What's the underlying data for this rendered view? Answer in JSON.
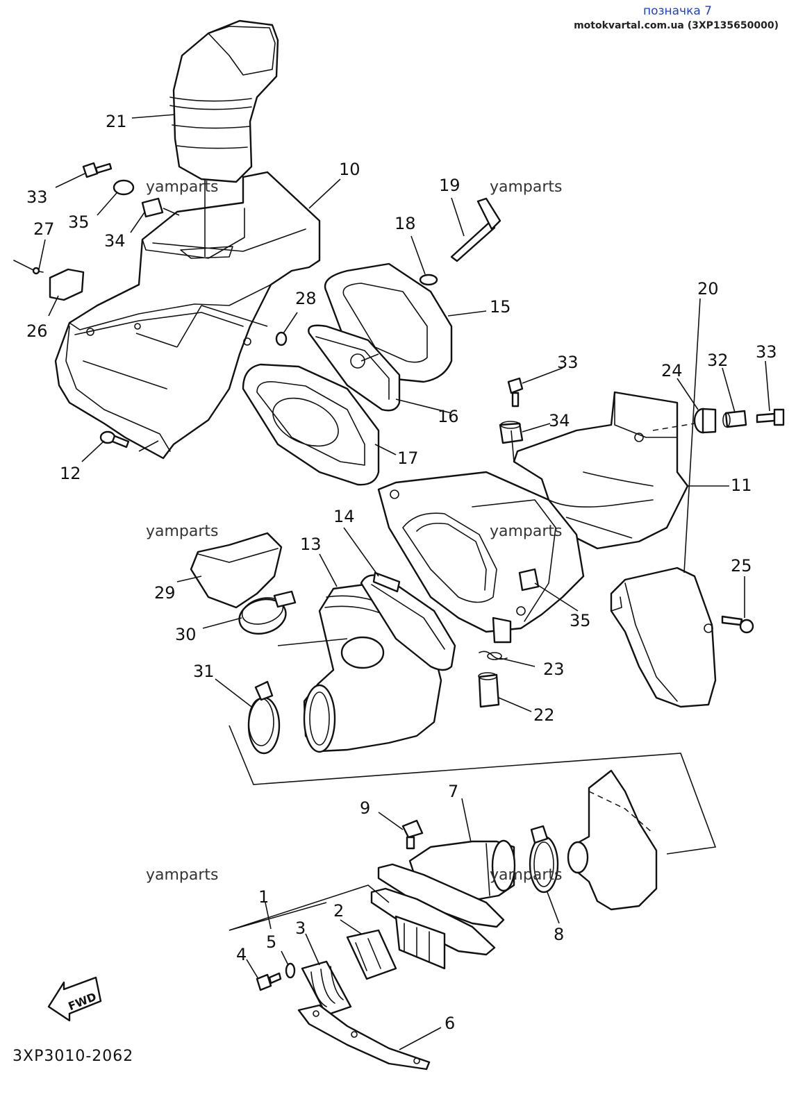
{
  "header": {
    "tag": "позначка 7",
    "source": "motokvartal.com.ua (3XP135650000)"
  },
  "watermark": "yamparts",
  "diagram_code": "3XP3010-2062",
  "fwd_label": "FWD",
  "callouts": [
    "1",
    "2",
    "3",
    "4",
    "5",
    "6",
    "7",
    "8",
    "9",
    "10",
    "11",
    "12",
    "13",
    "14",
    "15",
    "16",
    "17",
    "18",
    "19",
    "20",
    "21",
    "22",
    "23",
    "24",
    "25",
    "26",
    "27",
    "28",
    "29",
    "30",
    "31",
    "32",
    "33",
    "33",
    "33",
    "34",
    "34",
    "35",
    "35"
  ]
}
